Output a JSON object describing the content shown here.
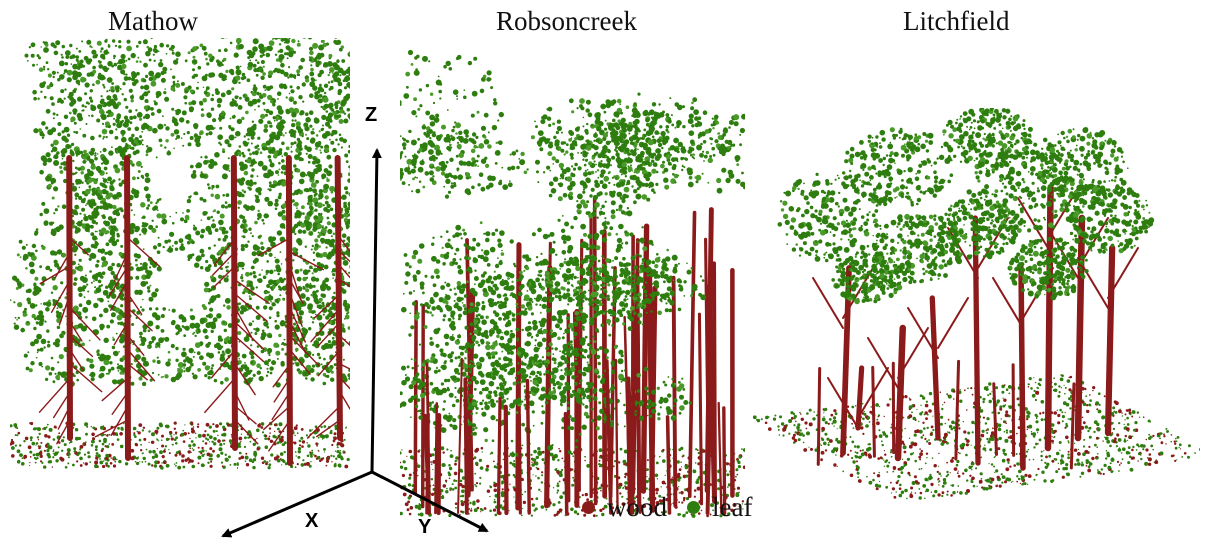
{
  "panels": [
    {
      "title": "Mathow"
    },
    {
      "title": "Robsoncreek"
    },
    {
      "title": "Litchfield"
    }
  ],
  "axes": {
    "z": "Z",
    "x": "X",
    "y": "Y"
  },
  "legend": [
    {
      "label": "wood",
      "color": "#8b1a1a"
    },
    {
      "label": "leaf",
      "color": "#2e7d0f"
    }
  ],
  "colors": {
    "wood": "#8b1a1a",
    "leaf": "#2e7d0f",
    "leaf_light": "#4a9a2a"
  }
}
